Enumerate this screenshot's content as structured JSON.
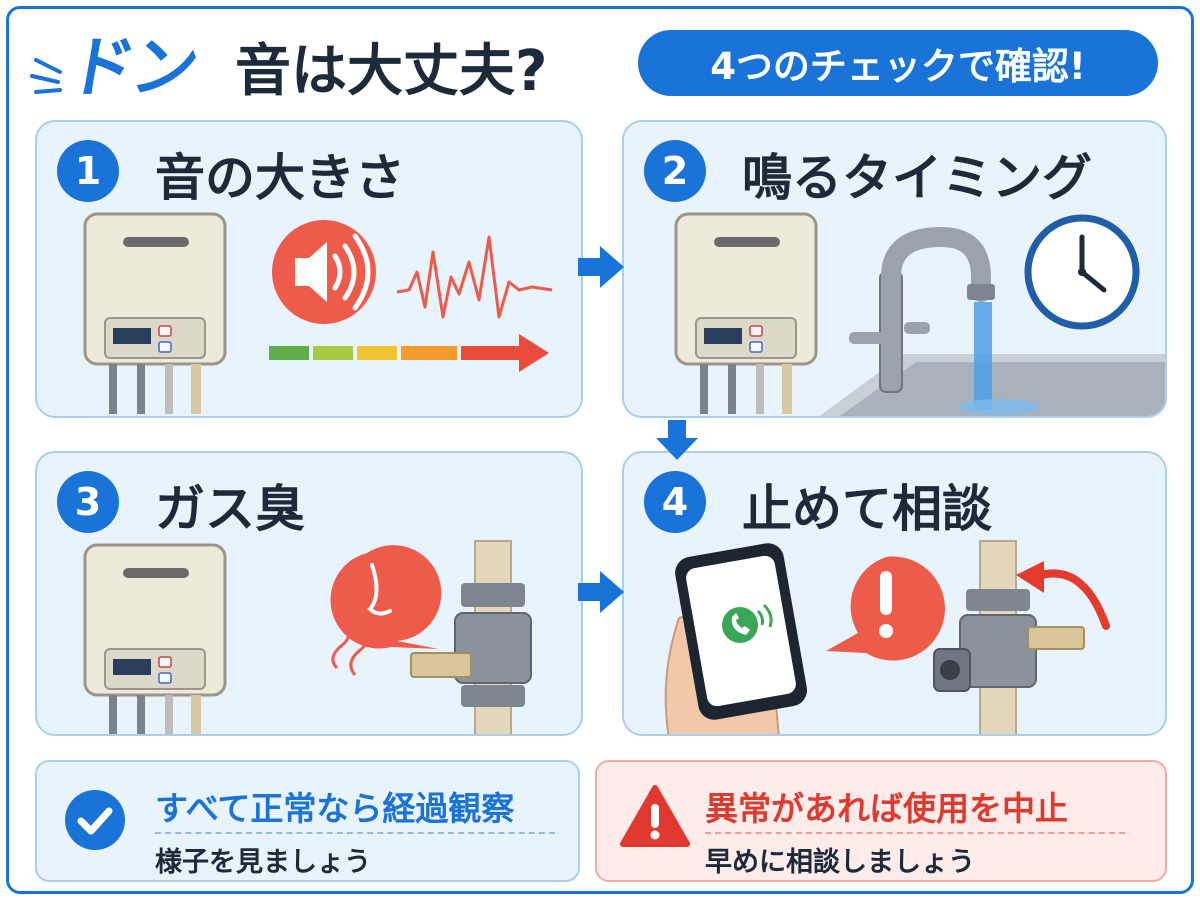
{
  "header": {
    "title_emphasis": "ドン",
    "title_rest": "音は大丈夫?",
    "subtitle": "4つのチェックで確認!"
  },
  "checks": [
    {
      "number": "1",
      "title": "音の大きさ"
    },
    {
      "number": "2",
      "title": "鳴るタイミング"
    },
    {
      "number": "3",
      "title": "ガス臭"
    },
    {
      "number": "4",
      "title": "止めて相談"
    }
  ],
  "results": {
    "ok": {
      "title": "すべて正常なら経過観察",
      "message": "様子を見ましょう"
    },
    "warning": {
      "title": "異常があれば使用を中止",
      "message": "早めに相談しましょう"
    }
  },
  "colors": {
    "primary": "#1a73d9",
    "card_bg": "#e8f3fc",
    "alert": "#e0392f",
    "alert_bg": "#fdecea",
    "text": "#1c2a3a"
  }
}
